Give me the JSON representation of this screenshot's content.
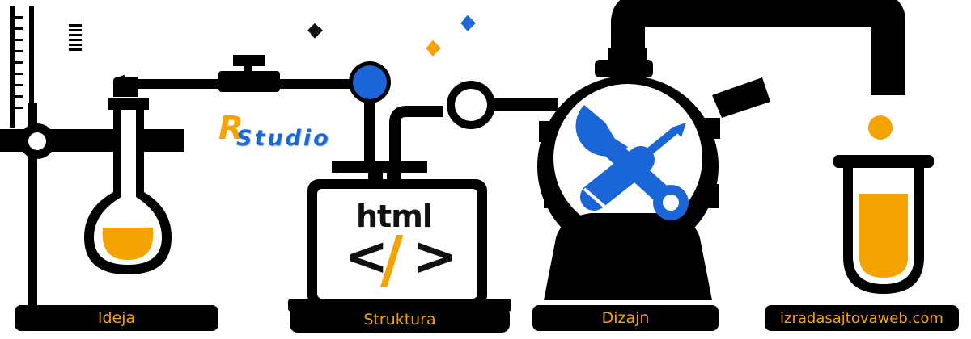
{
  "labels": {
    "ideja": "Ideja",
    "struktura": "Struktura",
    "dizajn": "Dizajn",
    "website": "izradasajtovaweb.com"
  },
  "code": {
    "word": "html",
    "tag_left": "<",
    "tag_slash": "/",
    "tag_right": ">"
  },
  "logo": {
    "letter": "R",
    "word": "Studio"
  },
  "icons": [
    "flask-icon",
    "laptop-icon",
    "wrench-icon",
    "screwdriver-icon",
    "test-tube-icon"
  ],
  "colors": {
    "accent": "#f5a300",
    "blue": "#1a66d6",
    "ink": "#000000"
  }
}
